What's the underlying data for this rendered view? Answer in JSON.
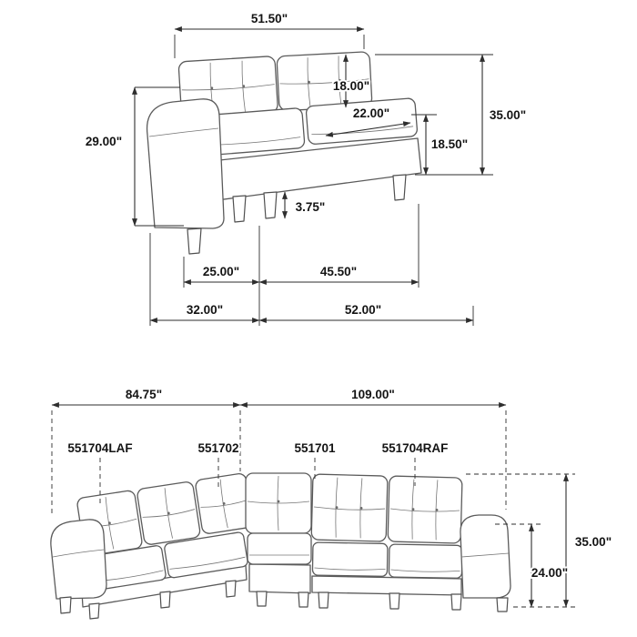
{
  "page": {
    "background": "#ffffff",
    "line_color": "#5b5b5b",
    "dimension_color": "#2e2e2e",
    "text_color": "#141414"
  },
  "loveseat": {
    "dims": {
      "top_width": "51.50\"",
      "back_cushion_height": "18.00\"",
      "seat_depth": "22.00\"",
      "arm_height": "29.00\"",
      "overall_height": "35.00\"",
      "seat_height": "18.50\"",
      "leg_height": "3.75\"",
      "arm_section_width": "25.00\"",
      "seat_width": "45.50\"",
      "side_depth": "32.00\"",
      "overall_depth": "52.00\""
    }
  },
  "sectional": {
    "dims": {
      "left_width": "84.75\"",
      "right_width": "109.00\"",
      "overall_height": "35.00\"",
      "arm_height": "24.00\""
    },
    "part_labels": [
      "551704LAF",
      "551702",
      "551701",
      "551704RAF"
    ]
  }
}
